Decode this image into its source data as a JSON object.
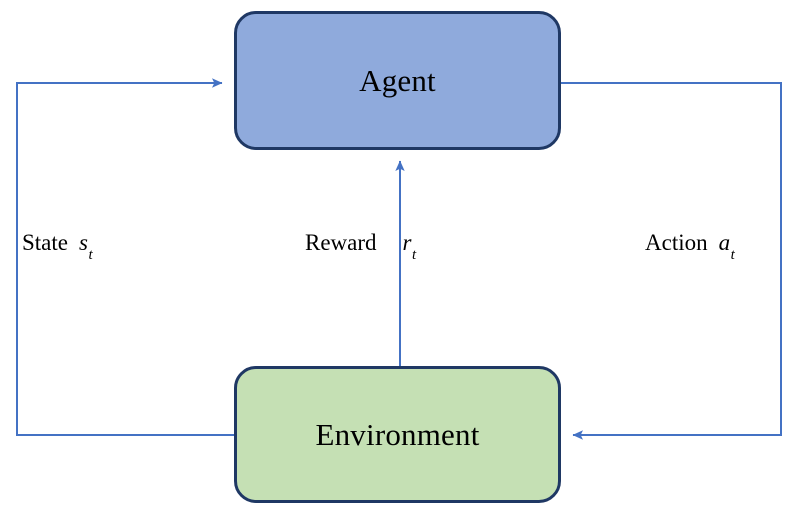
{
  "diagram": {
    "type": "reinforcement-learning-loop",
    "background_color": "#FFFFFF",
    "nodes": [
      {
        "id": "agent",
        "label": "Agent",
        "fill_color": "#8FAADC",
        "border_color": "#1F3864",
        "shape": "rounded-rectangle"
      },
      {
        "id": "environment",
        "label": "Environment",
        "fill_color": "#C5E0B4",
        "border_color": "#1F3864",
        "shape": "rounded-rectangle"
      }
    ],
    "edges": [
      {
        "id": "state",
        "word": "State",
        "variable": "s",
        "subscript": "t",
        "from": "environment",
        "to": "agent",
        "route": "left-loop",
        "color": "#4472C4"
      },
      {
        "id": "reward",
        "word": "Reward",
        "variable": "r",
        "subscript": "t",
        "from": "environment",
        "to": "agent",
        "route": "center-vertical",
        "color": "#4472C4"
      },
      {
        "id": "action",
        "word": "Action",
        "variable": "a",
        "subscript": "t",
        "from": "agent",
        "to": "environment",
        "route": "right-loop",
        "color": "#4472C4"
      }
    ]
  }
}
